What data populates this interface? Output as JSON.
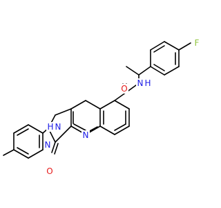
{
  "molecule": {
    "atoms": {
      "fluorine": "F",
      "amide_oxygen": "O",
      "amide_nitrogen": "N",
      "amide_hydrogen": "H",
      "pyrazole_nh_hydrogen": "H",
      "pyrazole_nh_nitrogen": "N",
      "pyrazole_n2": "N",
      "ketone_oxygen": "O",
      "quinoline_nitrogen": "N"
    },
    "colors": {
      "bond": "#000000",
      "nitrogen": "#1a1ae6",
      "oxygen": "#e61a1a",
      "fluorine": "#8fc43c"
    }
  }
}
